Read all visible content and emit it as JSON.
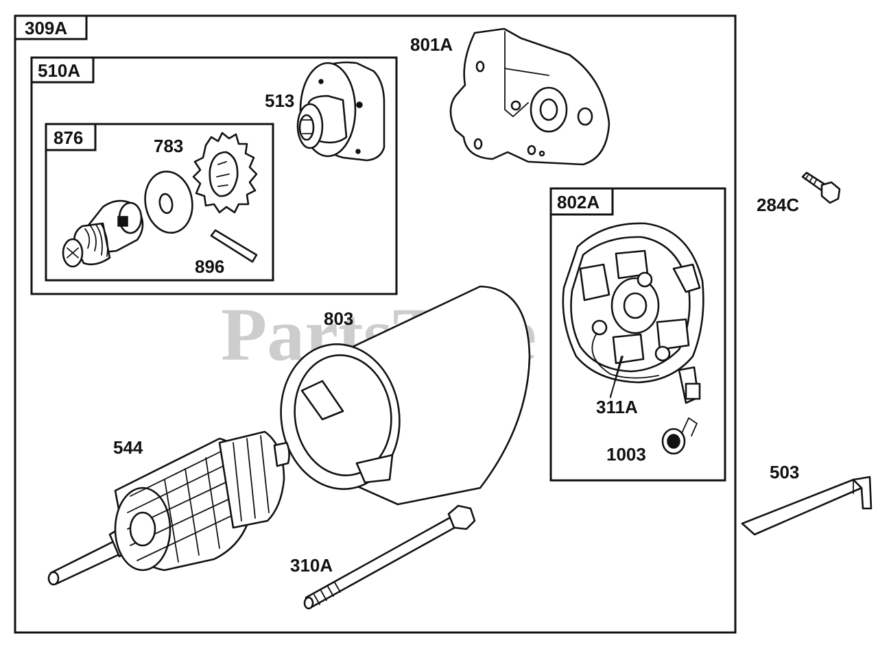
{
  "watermark": "PartsTree",
  "assemblies": {
    "outer": "309A",
    "drive": "510A",
    "clutch": "876",
    "brush": "802A"
  },
  "parts": {
    "bracket": "801A",
    "end_cap": "513",
    "gear": "783",
    "pin": "896",
    "bolt_small": "284C",
    "housing": "803",
    "brush_holder": "311A",
    "spring": "1003",
    "armature": "544",
    "strap": "503",
    "through_bolt": "310A"
  }
}
